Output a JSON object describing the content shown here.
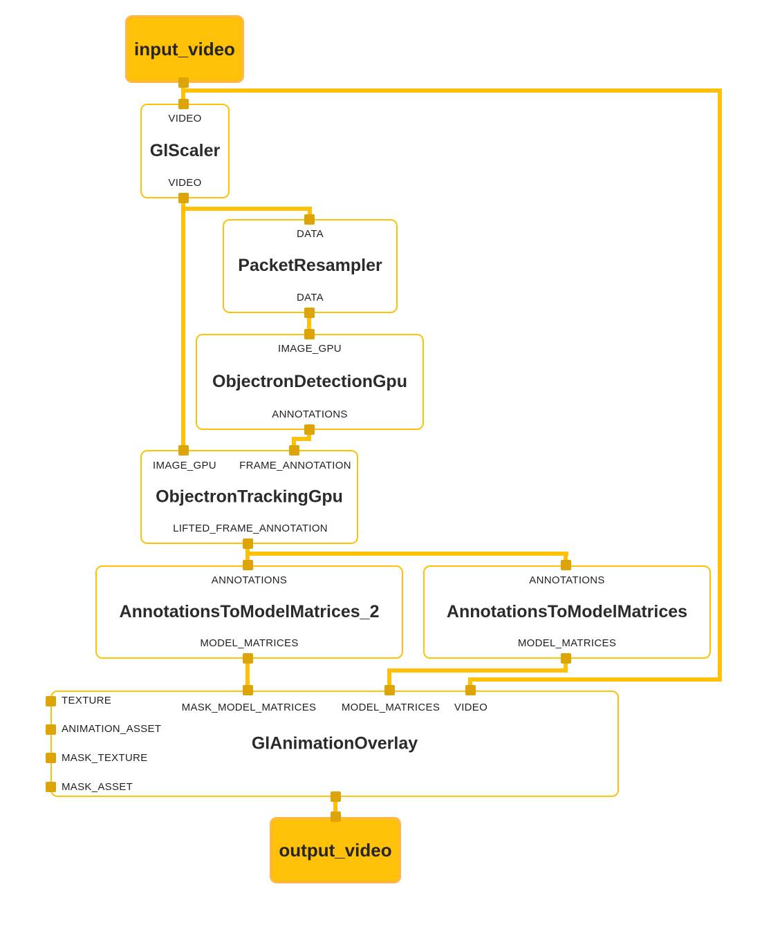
{
  "colors": {
    "edge": "#FFC107",
    "port": "#DDA408",
    "stream_fill": "#FFC107",
    "stream_border": "#FFB74D",
    "node_fill": "#FFFFFF",
    "title_text": "#2B2B2B",
    "port_text": "#1F1F1F",
    "bg": "#FFFFFF"
  },
  "graph": {
    "input_stream": {
      "label": "input_video"
    },
    "output_stream": {
      "label": "output_video"
    },
    "nodes": {
      "gl_scaler": {
        "title": "GlScaler",
        "input_top": "VIDEO",
        "output_bottom": "VIDEO"
      },
      "packet_resampler": {
        "title": "PacketResampler",
        "input_top": "DATA",
        "output_bottom": "DATA"
      },
      "objectron_detection_gpu": {
        "title": "ObjectronDetectionGpu",
        "input_top": "IMAGE_GPU",
        "output_bottom": "ANNOTATIONS"
      },
      "objectron_tracking_gpu": {
        "title": "ObjectronTrackingGpu",
        "input_top_left": "IMAGE_GPU",
        "input_top_right": "FRAME_ANNOTATION",
        "output_bottom": "LIFTED_FRAME_ANNOTATION"
      },
      "annotations_to_model_matrices_2": {
        "title": "AnnotationsToModelMatrices_2",
        "input_top": "ANNOTATIONS",
        "output_bottom": "MODEL_MATRICES"
      },
      "annotations_to_model_matrices": {
        "title": "AnnotationsToModelMatrices",
        "input_top": "ANNOTATIONS",
        "output_bottom": "MODEL_MATRICES"
      },
      "gl_animation_overlay": {
        "title": "GlAnimationOverlay",
        "input_top_mask_model_matrices": "MASK_MODEL_MATRICES",
        "input_top_model_matrices": "MODEL_MATRICES",
        "input_top_video": "VIDEO",
        "side_input_texture": "TEXTURE",
        "side_input_animation_asset": "ANIMATION_ASSET",
        "side_input_mask_texture": "MASK_TEXTURE",
        "side_input_mask_asset": "MASK_ASSET"
      }
    },
    "edges": [
      {
        "from": "input_video",
        "to": "GlScaler.VIDEO"
      },
      {
        "from": "input_video",
        "to": "GlAnimationOverlay.VIDEO"
      },
      {
        "from": "GlScaler.VIDEO",
        "to": "PacketResampler.DATA"
      },
      {
        "from": "GlScaler.VIDEO",
        "to": "ObjectronTrackingGpu.IMAGE_GPU"
      },
      {
        "from": "PacketResampler.DATA",
        "to": "ObjectronDetectionGpu.IMAGE_GPU"
      },
      {
        "from": "ObjectronDetectionGpu.ANNOTATIONS",
        "to": "ObjectronTrackingGpu.FRAME_ANNOTATION"
      },
      {
        "from": "ObjectronTrackingGpu.LIFTED_FRAME_ANNOTATION",
        "to": "AnnotationsToModelMatrices_2.ANNOTATIONS"
      },
      {
        "from": "ObjectronTrackingGpu.LIFTED_FRAME_ANNOTATION",
        "to": "AnnotationsToModelMatrices.ANNOTATIONS"
      },
      {
        "from": "AnnotationsToModelMatrices_2.MODEL_MATRICES",
        "to": "GlAnimationOverlay.MASK_MODEL_MATRICES"
      },
      {
        "from": "AnnotationsToModelMatrices.MODEL_MATRICES",
        "to": "GlAnimationOverlay.MODEL_MATRICES"
      },
      {
        "from": "GlAnimationOverlay",
        "to": "output_video"
      }
    ]
  }
}
